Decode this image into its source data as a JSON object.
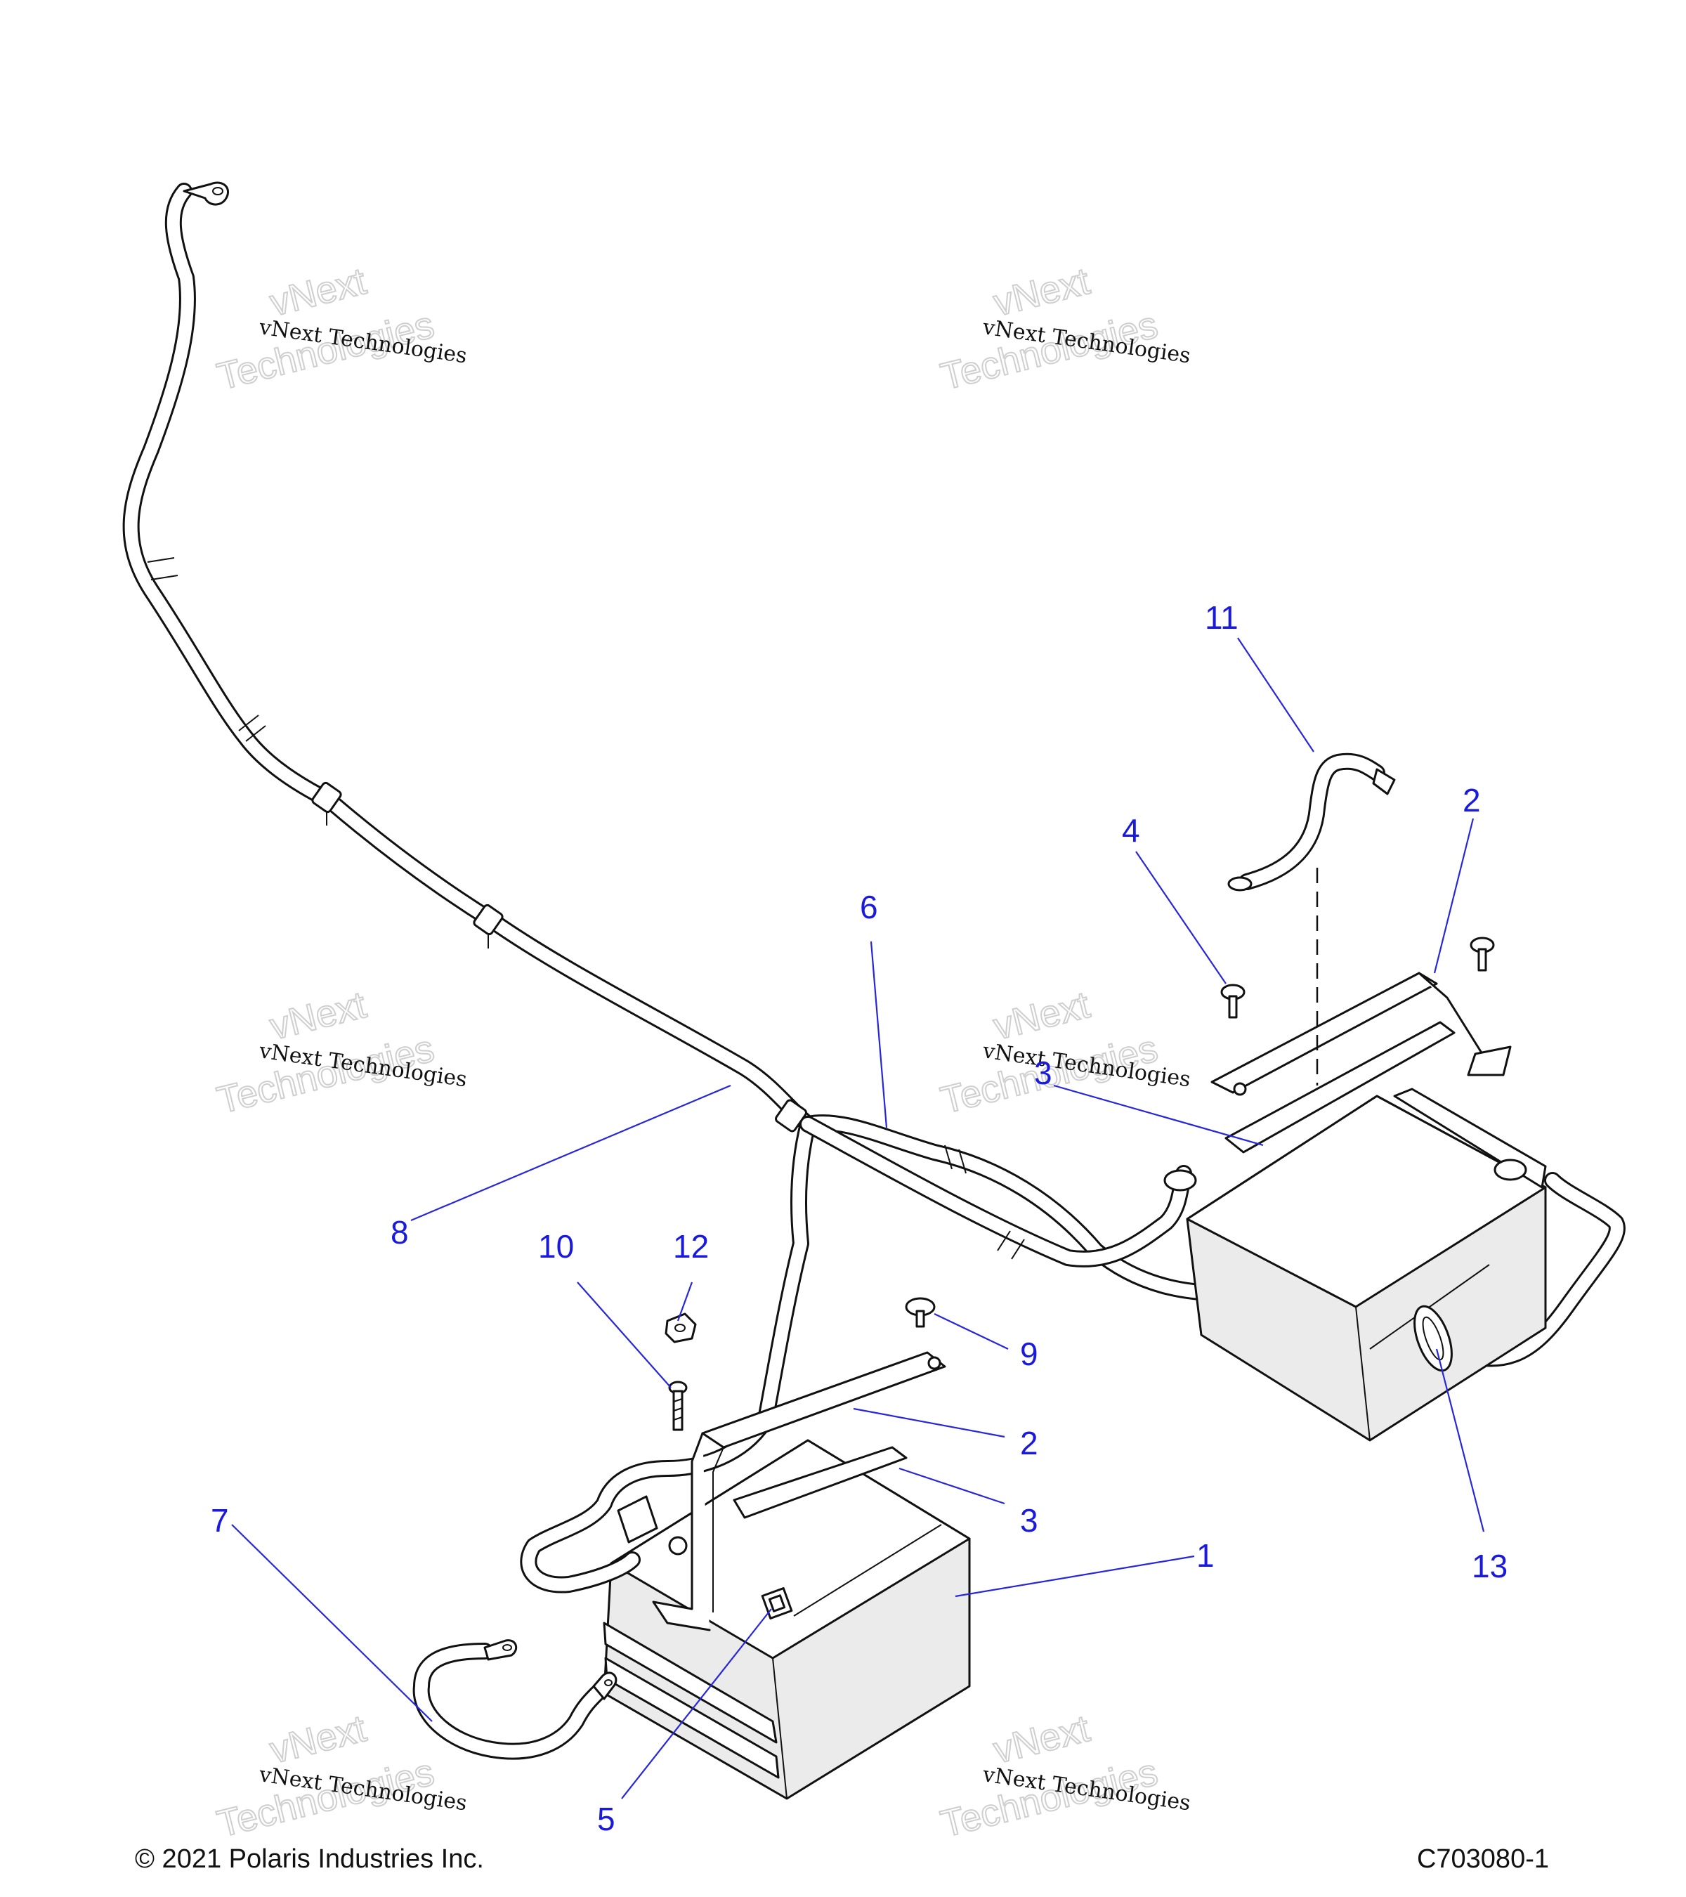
{
  "watermark": {
    "line": "vNext Technologies",
    "word1": "vNext",
    "word2": "Technologies"
  },
  "callouts": {
    "c1": "1",
    "c2a": "2",
    "c2b": "2",
    "c3a": "3",
    "c3b": "3",
    "c4": "4",
    "c5": "5",
    "c6": "6",
    "c7": "7",
    "c8": "8",
    "c9": "9",
    "c10": "10",
    "c11": "11",
    "c12": "12",
    "c13": "13"
  },
  "footer": {
    "copyright": "© 2021 Polaris Industries Inc.",
    "drawing_id": "C703080-1"
  }
}
